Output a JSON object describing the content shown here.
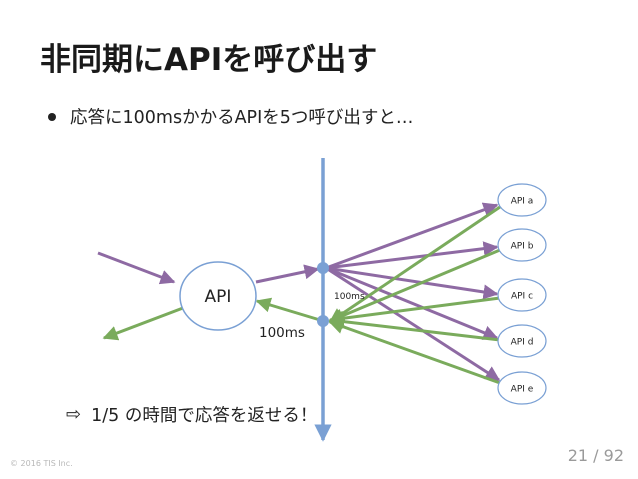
{
  "title": "非同期にAPIを呼び出す",
  "bullet": "応答に100msかかるAPIを5つ呼び出すと…",
  "conclusion": {
    "arrow_icon": "⇨",
    "text": "1/5 の時間で応答を返せる！"
  },
  "diagram": {
    "main_node_label": "API",
    "api_nodes": [
      "API a",
      "API b",
      "API c",
      "API d",
      "API e"
    ],
    "duration_label_main": "100ms",
    "duration_label_small": "100ms",
    "colors": {
      "request": "#8e6aa3",
      "response": "#7aab5c",
      "timeline": "#7aa0d4",
      "node_border": "#7aa0d4"
    }
  },
  "footer": {
    "copyright": "© 2016 TIS Inc.",
    "page": "21 / 92"
  }
}
